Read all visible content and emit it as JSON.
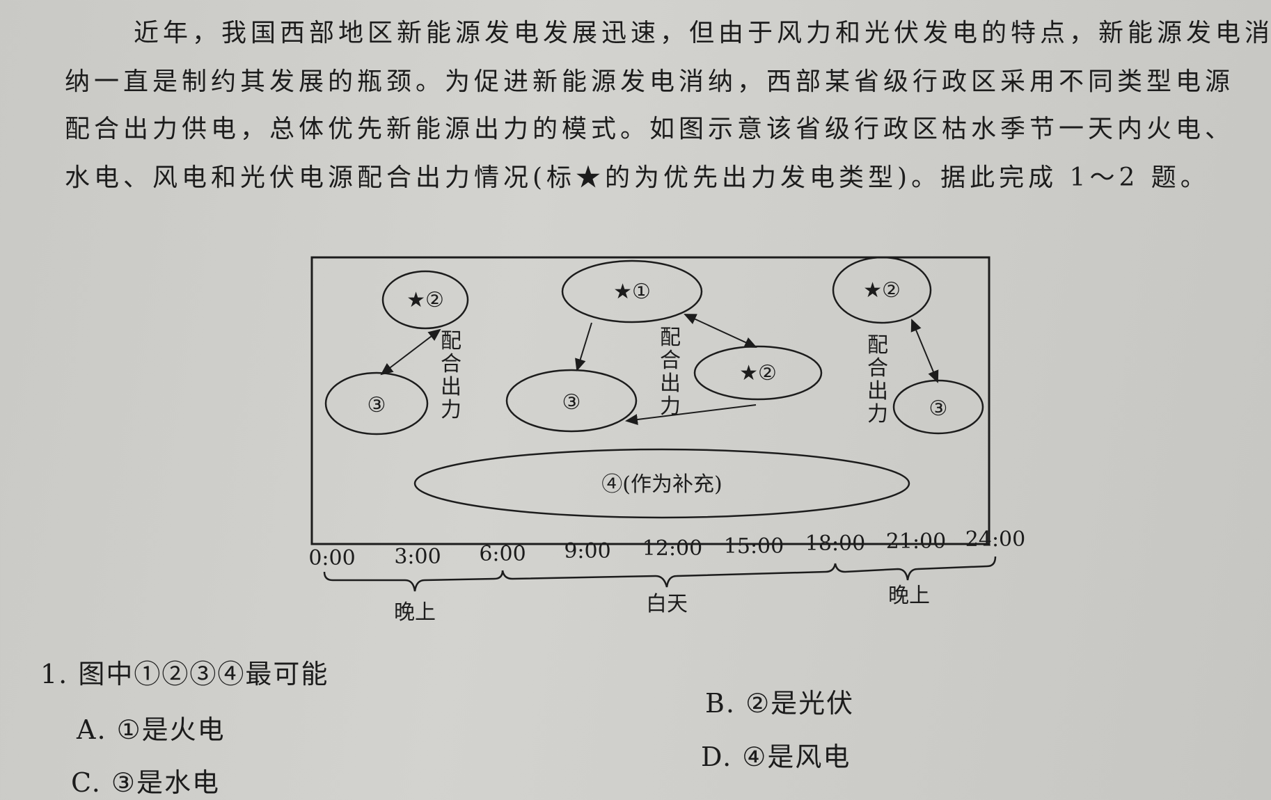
{
  "passage": {
    "lines": [
      "近年，我国西部地区新能源发电发展迅速，但由于风力和光伏发电的特点，新能源发电消",
      "纳一直是制约其发展的瓶颈。为促进新能源发电消纳，西部某省级行政区采用不同类型电源",
      "配合出力供电，总体优先新能源出力的模式。如图示意该省级行政区枯水季节一天内火电、",
      "水电、风电和光伏电源配合出力情况(标★的为优先出力发电类型)。据此完成 1～2 题。"
    ]
  },
  "diagram": {
    "left": {
      "top": "★②",
      "bottom": "③",
      "label": [
        "配",
        "合",
        "出",
        "力"
      ]
    },
    "middle": {
      "top": "★①",
      "left": "③",
      "right": "★②",
      "label": [
        "配",
        "合",
        "出",
        "力"
      ]
    },
    "right": {
      "top": "★②",
      "bottom": "③",
      "label": [
        "配",
        "合",
        "出",
        "力"
      ]
    },
    "supplement": "④(作为补充)",
    "time_ticks": [
      "0:00",
      "3:00",
      "6:00",
      "9:00",
      "12:00",
      "15:00",
      "18:00",
      "21:00",
      "24:00"
    ],
    "periods": [
      "晚上",
      "白天",
      "晚上"
    ]
  },
  "question": {
    "stem": "1. 图中①②③④最可能",
    "options": {
      "A": "A. ①是火电",
      "B": "B. ②是光伏",
      "C": "C. ③是水电",
      "D": "D. ④是风电"
    }
  }
}
